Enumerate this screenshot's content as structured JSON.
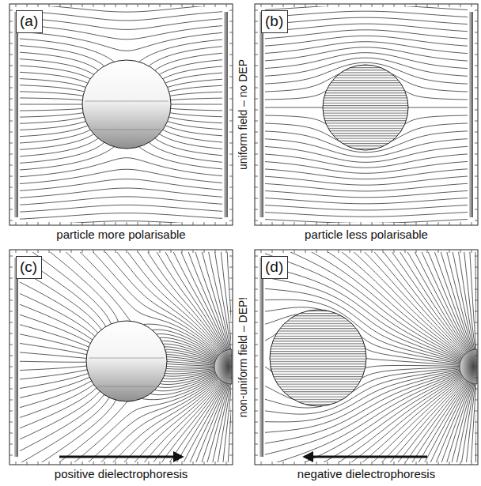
{
  "diagram": {
    "nodes": [
      {
        "text": [
          "(a)"
        ]
      },
      {
        "text": [
          "(b)"
        ]
      },
      {
        "text": [
          "(c)"
        ]
      },
      {
        "text": [
          "(d)"
        ]
      }
    ],
    "labels": [
      "uniform field – no DEP",
      "particle more polarisable",
      "particle less polarisable",
      "non-uniform field – DEP!",
      "positive dielectrophoresis",
      "negative dielectrophoresis"
    ]
  }
}
